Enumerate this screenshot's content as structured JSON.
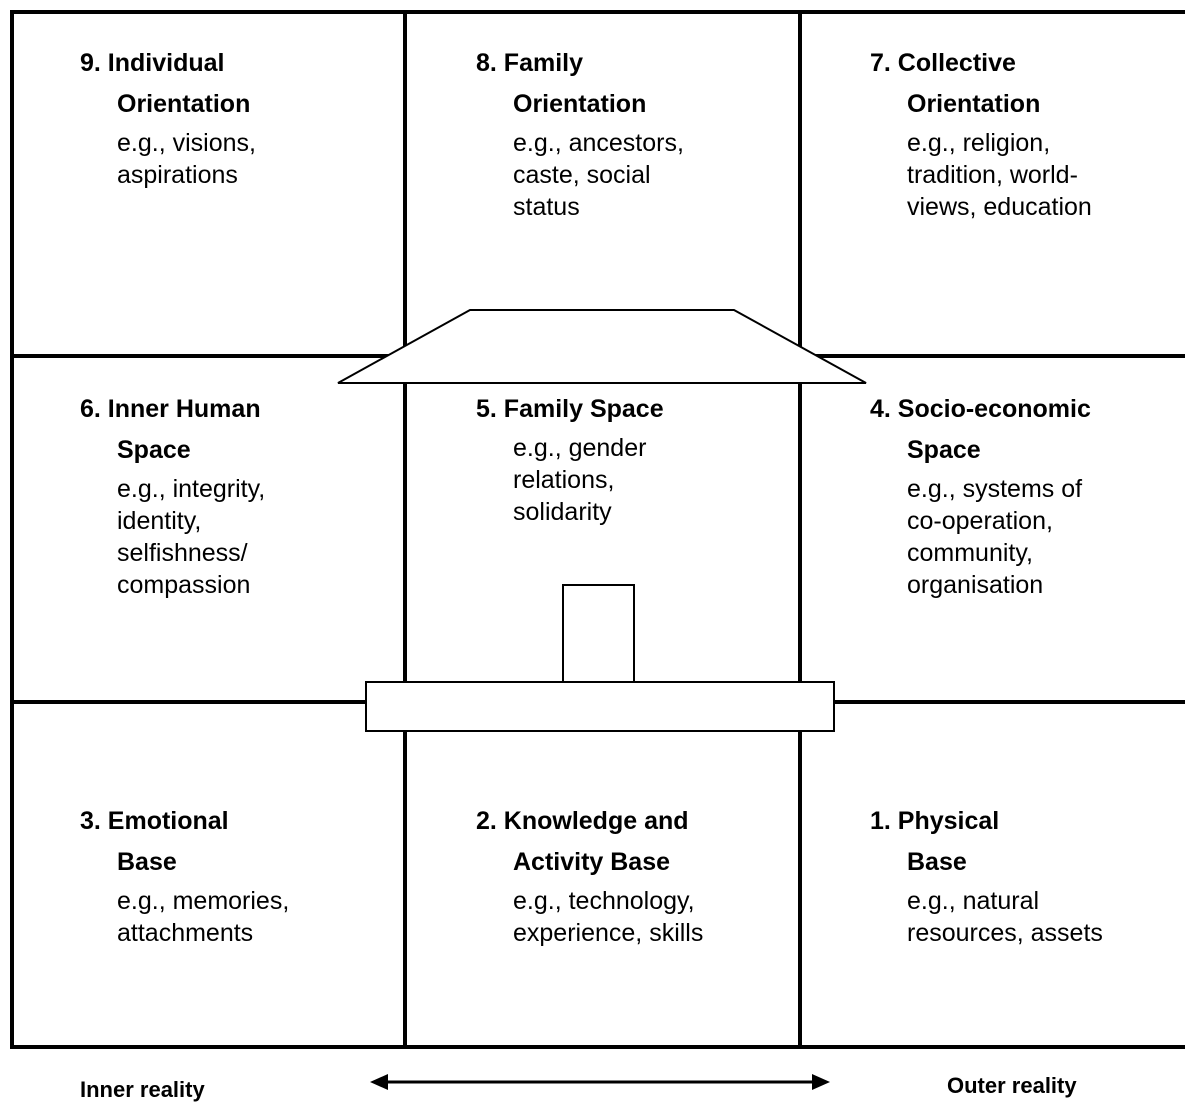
{
  "cells": {
    "c9": {
      "number_title": "9. Individual",
      "title_2": "Orientation",
      "examples": [
        "e.g., visions,",
        "aspirations"
      ]
    },
    "c8": {
      "number_title": "8. Family",
      "title_2": "Orientation",
      "examples": [
        "e.g., ancestors,",
        "caste, social",
        "status"
      ]
    },
    "c7": {
      "number_title": "7. Collective",
      "title_2": "Orientation",
      "examples": [
        "e.g., religion,",
        "tradition, world-",
        "views, education"
      ]
    },
    "c6": {
      "number_title": "6. Inner Human",
      "title_2": "Space",
      "examples": [
        "e.g., integrity,",
        "identity,",
        "selfishness/",
        "compassion"
      ]
    },
    "c5": {
      "number_title": "5. Family Space",
      "title_2": "",
      "examples": [
        "e.g., gender",
        "relations,",
        "solidarity"
      ]
    },
    "c4": {
      "number_title": "4. Socio-economic",
      "title_2": "Space",
      "examples": [
        "e.g., systems of",
        "co-operation,",
        "community,",
        "organisation"
      ]
    },
    "c3": {
      "number_title": "3. Emotional",
      "title_2": "Base",
      "examples": [
        "e.g., memories,",
        "attachments"
      ]
    },
    "c2": {
      "number_title": "2. Knowledge and",
      "title_2": "Activity Base",
      "examples": [
        "e.g., technology,",
        "experience, skills"
      ]
    },
    "c1": {
      "number_title": "1. Physical",
      "title_2": "Base",
      "examples": [
        "e.g., natural",
        "resources, assets"
      ]
    }
  },
  "axis": {
    "left": "Inner reality",
    "right": "Outer reality"
  }
}
